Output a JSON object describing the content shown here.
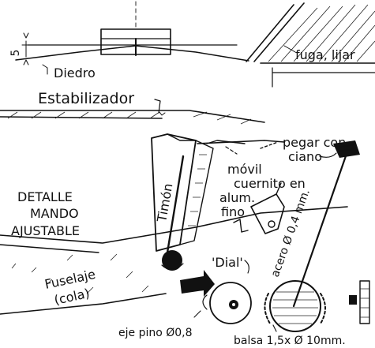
{
  "labels": {
    "dihedral_mark": "5",
    "dihedral": "Diedro",
    "sweep": "fuga, lijar",
    "stabilizer": "Estabilizador",
    "glue": "pegar con",
    "glue2": "ciano",
    "movable": "móvil",
    "horn1": "cuernito en",
    "horn2": "alum.",
    "horn3": "fino",
    "detail1": "DETALLE",
    "detail2": "MANDO",
    "detail3": "AJUSTABLE",
    "rudder": "Timón",
    "fuselage1": "Fuselaje",
    "fuselage2": "(cola)",
    "dial": "'Dial'",
    "steel": "acero Ø 0,4 mm.",
    "pin": "eje pino Ø0,8",
    "balsa": "balsa 1,5x Ø 10mm."
  }
}
